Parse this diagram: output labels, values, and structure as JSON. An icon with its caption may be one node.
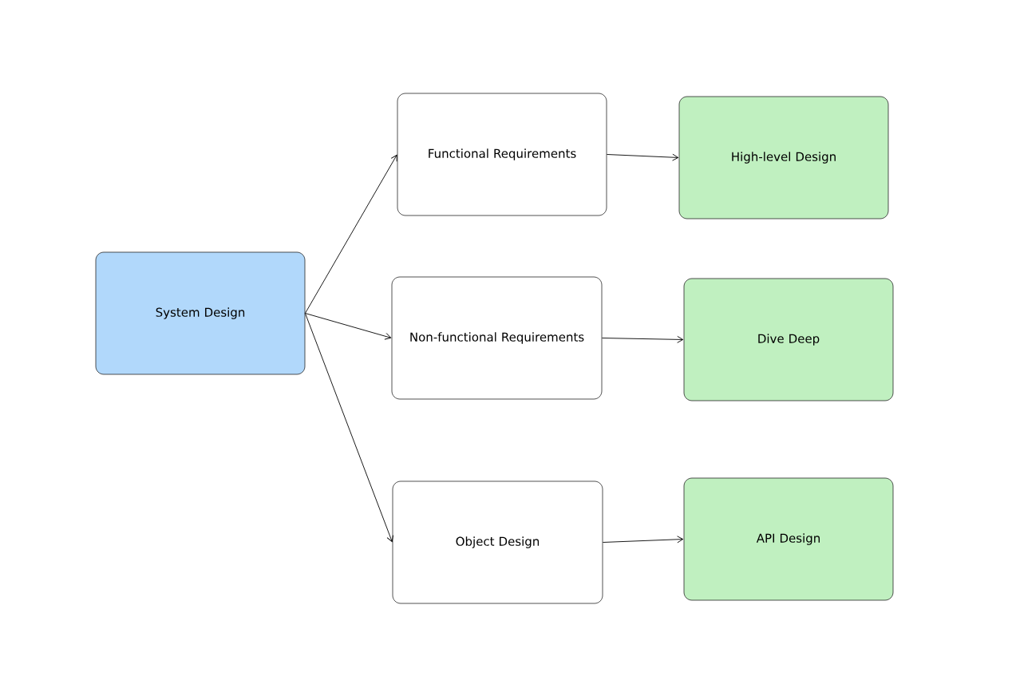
{
  "diagram": {
    "nodes": [
      {
        "text": [
          "System Design"
        ]
      },
      {
        "text": [
          "Functional Requirements"
        ]
      },
      {
        "text": [
          "High-level Design"
        ]
      },
      {
        "text": [
          "Non-functional Requirements"
        ]
      },
      {
        "text": [
          "Dive Deep"
        ]
      },
      {
        "text": [
          "Object Design"
        ]
      },
      {
        "text": [
          "API Design"
        ]
      }
    ],
    "edges": [
      {
        "from": 0,
        "to": 1,
        "arrow": "to"
      },
      {
        "from": 0,
        "to": 3,
        "arrow": "to"
      },
      {
        "from": 0,
        "to": 5,
        "arrow": "to"
      },
      {
        "from": 1,
        "to": 2,
        "arrow": "to"
      },
      {
        "from": 3,
        "to": 4,
        "arrow": "to"
      },
      {
        "from": 5,
        "to": 6,
        "arrow": "to"
      }
    ]
  }
}
